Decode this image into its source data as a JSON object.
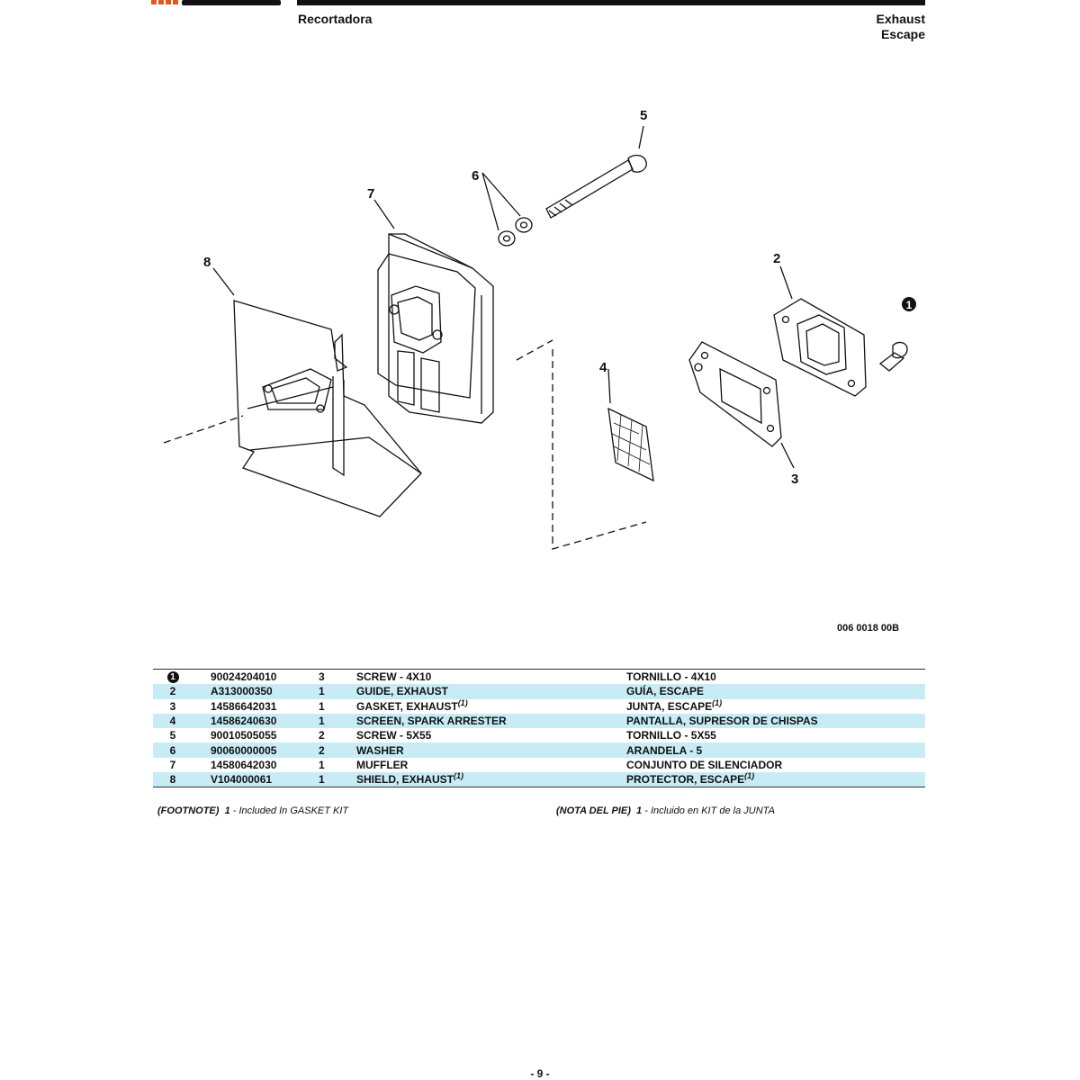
{
  "header": {
    "left_title": "Recortadora",
    "right_title_en": "Exhaust",
    "right_title_es": "Escape"
  },
  "diagram": {
    "callouts": [
      "5",
      "6",
      "7",
      "8",
      "2",
      "1",
      "4",
      "3"
    ],
    "drawing_id": "006 0018 00B"
  },
  "parts": [
    {
      "ref": "1",
      "part_no": "90024204010",
      "qty": "3",
      "desc_en": "SCREW - 4X10",
      "desc_es": "TORNILLO - 4X10",
      "en_note": "",
      "es_note": ""
    },
    {
      "ref": "2",
      "part_no": "A313000350",
      "qty": "1",
      "desc_en": "GUIDE, EXHAUST",
      "desc_es": "GUÍA, ESCAPE",
      "en_note": "",
      "es_note": ""
    },
    {
      "ref": "3",
      "part_no": "14586642031",
      "qty": "1",
      "desc_en": "GASKET, EXHAUST",
      "desc_es": "JUNTA, ESCAPE",
      "en_note": "(1)",
      "es_note": "(1)"
    },
    {
      "ref": "4",
      "part_no": "14586240630",
      "qty": "1",
      "desc_en": "SCREEN, SPARK ARRESTER",
      "desc_es": "PANTALLA, SUPRESOR DE CHISPAS",
      "en_note": "",
      "es_note": ""
    },
    {
      "ref": "5",
      "part_no": "90010505055",
      "qty": "2",
      "desc_en": "SCREW - 5X55",
      "desc_es": "TORNILLO - 5X55",
      "en_note": "",
      "es_note": ""
    },
    {
      "ref": "6",
      "part_no": "90060000005",
      "qty": "2",
      "desc_en": "WASHER",
      "desc_es": "ARANDELA - 5",
      "en_note": "",
      "es_note": ""
    },
    {
      "ref": "7",
      "part_no": "14580642030",
      "qty": "1",
      "desc_en": "MUFFLER",
      "desc_es": "CONJUNTO DE SILENCIADOR",
      "en_note": "",
      "es_note": ""
    },
    {
      "ref": "8",
      "part_no": "V104000061",
      "qty": "1",
      "desc_en": "SHIELD, EXHAUST",
      "desc_es": "PROTECTOR, ESCAPE",
      "en_note": "(1)",
      "es_note": "(1)"
    }
  ],
  "footnote": {
    "en_label": "(FOOTNOTE)",
    "en_num": "1",
    "en_text": " - Included In GASKET KIT",
    "es_label": "(NOTA DEL PIE)",
    "es_num": "1",
    "es_text": " - Incluido en KIT de la JUNTA"
  },
  "page_number": "- 9 -",
  "colors": {
    "row_shade": "#c7ecf5",
    "logo_orange": "#e2571c"
  }
}
